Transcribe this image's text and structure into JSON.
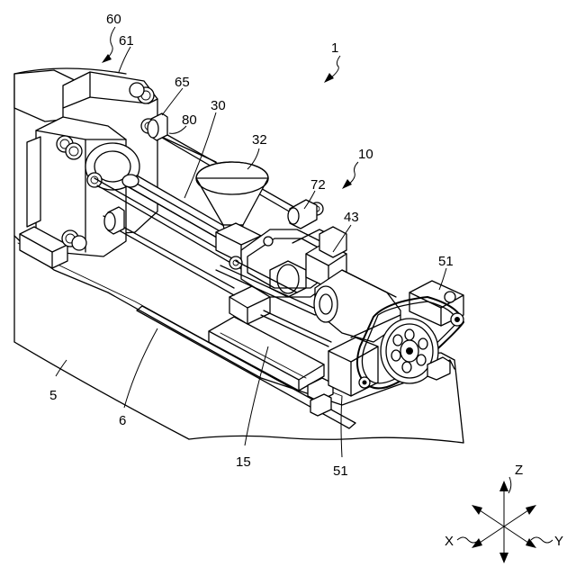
{
  "labels": {
    "n1": "1",
    "n5": "5",
    "n6": "6",
    "n10": "10",
    "n15": "15",
    "n30": "30",
    "n32": "32",
    "n43": "43",
    "n51_top": "51",
    "n51_bottom": "51",
    "n60": "60",
    "n61": "61",
    "n65": "65",
    "n72": "72",
    "n80": "80"
  },
  "axes": {
    "x": "X",
    "y": "Y",
    "z": "Z"
  }
}
